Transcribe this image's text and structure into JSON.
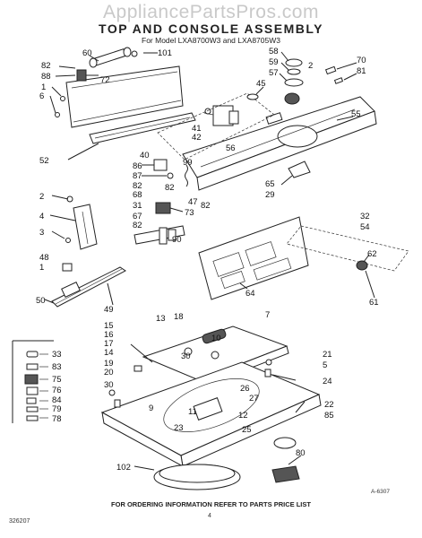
{
  "watermark": "AppliancePartsPros.com",
  "title": "TOP AND CONSOLE ASSEMBLY",
  "subtitle": "For Model LXA8700W3 and LXA8705W3",
  "footer": "FOR ORDERING INFORMATION REFER TO PARTS PRICE LIST",
  "document_number": "326207",
  "reference_code": "A-6307",
  "page_mark": "4",
  "callouts": [
    {
      "id": "c60",
      "label": "60"
    },
    {
      "id": "c82a",
      "label": "82"
    },
    {
      "id": "c101",
      "label": "101"
    },
    {
      "id": "c88",
      "label": "88"
    },
    {
      "id": "c72",
      "label": "72"
    },
    {
      "id": "c1a",
      "label": "1"
    },
    {
      "id": "c6",
      "label": "6"
    },
    {
      "id": "c58",
      "label": "58"
    },
    {
      "id": "c59",
      "label": "59"
    },
    {
      "id": "c57",
      "label": "57"
    },
    {
      "id": "c2a",
      "label": "2"
    },
    {
      "id": "c70",
      "label": "70"
    },
    {
      "id": "c81",
      "label": "81"
    },
    {
      "id": "c45",
      "label": "45"
    },
    {
      "id": "c55",
      "label": "55"
    },
    {
      "id": "c41",
      "label": "41"
    },
    {
      "id": "c42",
      "label": "42"
    },
    {
      "id": "c56",
      "label": "56"
    },
    {
      "id": "c52",
      "label": "52"
    },
    {
      "id": "c40",
      "label": "40"
    },
    {
      "id": "c86",
      "label": "86"
    },
    {
      "id": "c87",
      "label": "87"
    },
    {
      "id": "c99",
      "label": "99"
    },
    {
      "id": "c82b",
      "label": "82"
    },
    {
      "id": "c82c",
      "label": "82"
    },
    {
      "id": "c65",
      "label": "65"
    },
    {
      "id": "c29",
      "label": "29"
    },
    {
      "id": "c2b",
      "label": "2"
    },
    {
      "id": "c68",
      "label": "68"
    },
    {
      "id": "c47",
      "label": "47"
    },
    {
      "id": "c82d",
      "label": "82"
    },
    {
      "id": "c31",
      "label": "31"
    },
    {
      "id": "c73",
      "label": "73"
    },
    {
      "id": "c4",
      "label": "4"
    },
    {
      "id": "c67",
      "label": "67"
    },
    {
      "id": "c82e",
      "label": "82"
    },
    {
      "id": "c32",
      "label": "32"
    },
    {
      "id": "c54",
      "label": "54"
    },
    {
      "id": "c3",
      "label": "3"
    },
    {
      "id": "c90",
      "label": "90"
    },
    {
      "id": "c62",
      "label": "62"
    },
    {
      "id": "c48",
      "label": "48"
    },
    {
      "id": "c1b",
      "label": "1"
    },
    {
      "id": "c50",
      "label": "50"
    },
    {
      "id": "c64",
      "label": "64"
    },
    {
      "id": "c61",
      "label": "61"
    },
    {
      "id": "c49",
      "label": "49"
    },
    {
      "id": "c13",
      "label": "13"
    },
    {
      "id": "c18",
      "label": "18"
    },
    {
      "id": "c7",
      "label": "7"
    },
    {
      "id": "c15",
      "label": "15"
    },
    {
      "id": "c16",
      "label": "16"
    },
    {
      "id": "c10",
      "label": "10"
    },
    {
      "id": "c17",
      "label": "17"
    },
    {
      "id": "c14",
      "label": "14"
    },
    {
      "id": "c19",
      "label": "19"
    },
    {
      "id": "c30a",
      "label": "30"
    },
    {
      "id": "c21",
      "label": "21"
    },
    {
      "id": "c5",
      "label": "5"
    },
    {
      "id": "c20",
      "label": "20"
    },
    {
      "id": "c24",
      "label": "24"
    },
    {
      "id": "c30b",
      "label": "30"
    },
    {
      "id": "c26",
      "label": "26"
    },
    {
      "id": "c27",
      "label": "27"
    },
    {
      "id": "c9",
      "label": "9"
    },
    {
      "id": "c11",
      "label": "11"
    },
    {
      "id": "c12",
      "label": "12"
    },
    {
      "id": "c22",
      "label": "22"
    },
    {
      "id": "c85",
      "label": "85"
    },
    {
      "id": "c23",
      "label": "23"
    },
    {
      "id": "c25",
      "label": "25"
    },
    {
      "id": "c80",
      "label": "80"
    },
    {
      "id": "c102",
      "label": "102"
    },
    {
      "id": "c33",
      "label": "33"
    },
    {
      "id": "c83",
      "label": "83"
    },
    {
      "id": "c75",
      "label": "75"
    },
    {
      "id": "c76",
      "label": "76"
    },
    {
      "id": "c84",
      "label": "84"
    },
    {
      "id": "c79",
      "label": "79"
    },
    {
      "id": "c78",
      "label": "78"
    }
  ]
}
